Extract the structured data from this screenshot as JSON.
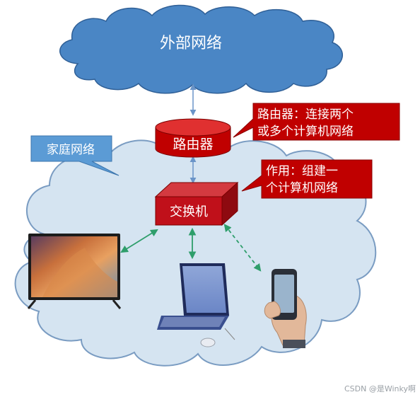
{
  "external_network": {
    "label": "外部网络"
  },
  "router": {
    "label": "路由器",
    "callout": [
      "路由器：连接两个",
      "或多个计算机网络"
    ]
  },
  "home_network": {
    "label": "家庭网络"
  },
  "switch": {
    "label": "交换机",
    "callout": [
      "作用：组建一",
      "个计算机网络"
    ]
  },
  "colors": {
    "cloud_blue": "#4a86c5",
    "home_cloud": "#d5e4f1",
    "router_red": "#c00000",
    "switch_red": "#c0101a",
    "callout_red": "#c00000",
    "callout_blue": "#5b9bd5",
    "link_green": "#2e9e6b"
  },
  "devices": [
    "tv",
    "laptop",
    "smartphone"
  ],
  "credit": "CSDN @是Winky啊"
}
